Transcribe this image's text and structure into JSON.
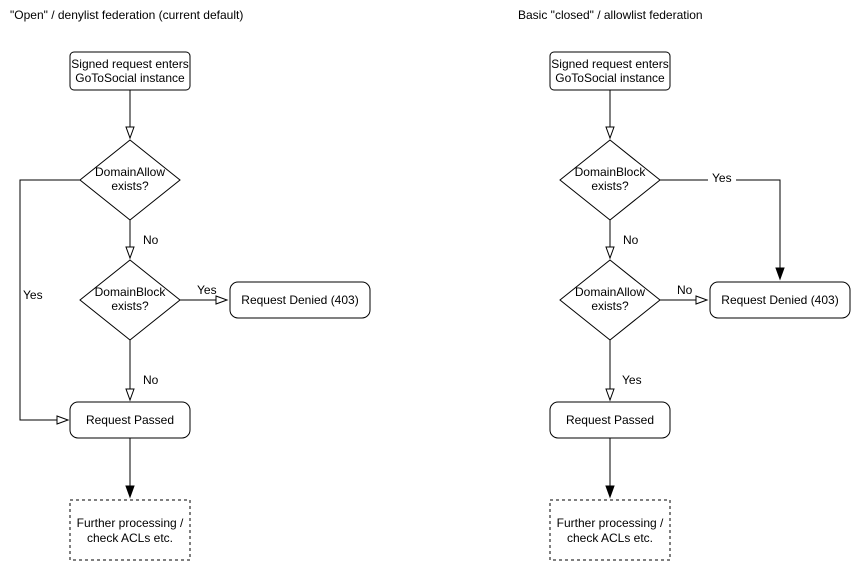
{
  "diagram": {
    "colors": {
      "background": "#ffffff",
      "line": "#000000",
      "text": "#000000",
      "node_fill": "#ffffff"
    },
    "left": {
      "title": "\"Open\" / denylist federation (current default)",
      "nodes": {
        "start": {
          "line1": "Signed request enters",
          "line2": "GoToSocial instance"
        },
        "decision1": {
          "line1": "DomainAllow",
          "line2": "exists?"
        },
        "decision2": {
          "line1": "DomainBlock",
          "line2": "exists?"
        },
        "denied": {
          "label": "Request Denied (403)"
        },
        "passed": {
          "label": "Request Passed"
        },
        "further": {
          "line1": "Further processing /",
          "line2": "check ACLs etc."
        }
      },
      "edge_labels": {
        "decision1_no": "No",
        "decision1_yes": "Yes",
        "decision2_yes": "Yes",
        "decision2_no": "No"
      }
    },
    "right": {
      "title": "Basic \"closed\" / allowlist federation",
      "nodes": {
        "start": {
          "line1": "Signed request enters",
          "line2": "GoToSocial instance"
        },
        "decision1": {
          "line1": "DomainBlock",
          "line2": "exists?"
        },
        "decision2": {
          "line1": "DomainAllow",
          "line2": "exists?"
        },
        "denied": {
          "label": "Request Denied (403)"
        },
        "passed": {
          "label": "Request Passed"
        },
        "further": {
          "line1": "Further processing /",
          "line2": "check ACLs etc."
        }
      },
      "edge_labels": {
        "decision1_yes": "Yes",
        "decision1_no": "No",
        "decision2_no": "No",
        "decision2_yes": "Yes"
      }
    }
  }
}
